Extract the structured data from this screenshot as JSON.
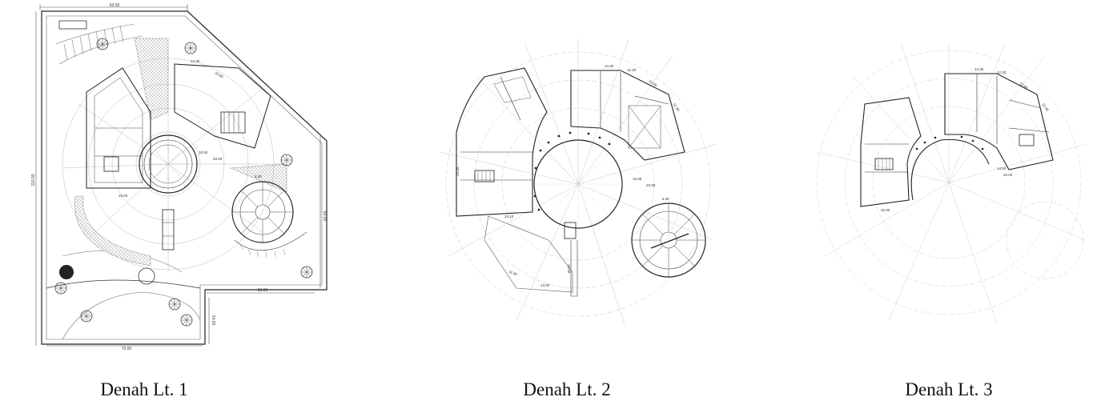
{
  "figures": [
    {
      "caption": "Denah Lt. 1",
      "dimensions": {
        "top": "63.00",
        "left": "110.00",
        "right": "60.00",
        "bottom_right": "53.00",
        "corner": "24.00",
        "bottom": "70.00",
        "segments": [
          "14.30",
          "25.80",
          "10.00",
          "20.00",
          "15.00",
          "5.30"
        ]
      }
    },
    {
      "caption": "Denah Lt. 2",
      "dimensions": {
        "segments": [
          "14.30",
          "12.20",
          "13.60",
          "12.30",
          "10.00",
          "20.00",
          "24.10",
          "11.00",
          "13.00",
          "16.00",
          "5.30",
          "29.30"
        ]
      }
    },
    {
      "caption": "Denah Lt. 3",
      "dimensions": {
        "segments": [
          "14.30",
          "12.20",
          "13.60",
          "12.30",
          "14.50",
          "20.00",
          "32.00"
        ]
      }
    }
  ],
  "colors": {
    "line": "#222222",
    "light_line": "#9a9a9a",
    "hatch": "#b5b5b5"
  }
}
